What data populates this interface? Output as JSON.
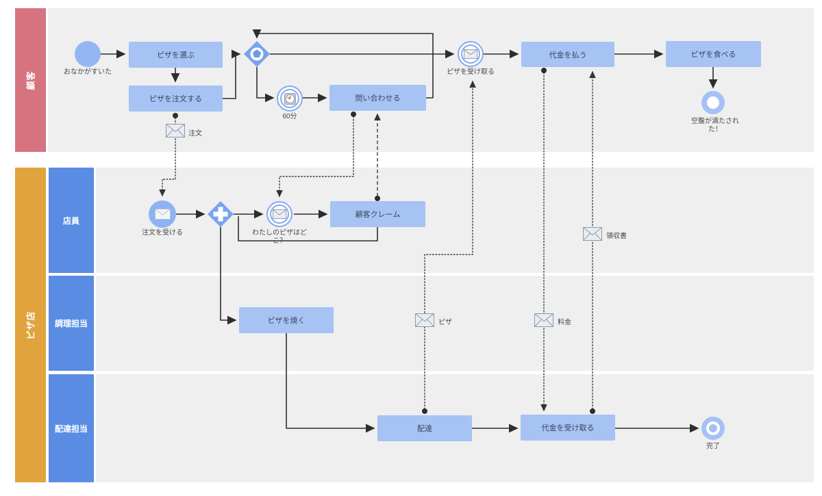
{
  "pools": [
    {
      "label": "顧客",
      "color": "#d5737f"
    },
    {
      "label": "ピザ店",
      "color": "#e0a33e",
      "lanes": [
        {
          "label": "店員"
        },
        {
          "label": "調理担当"
        },
        {
          "label": "配達担当"
        }
      ]
    }
  ],
  "nodes": {
    "start_hungry": {
      "label": "おなかがすいた"
    },
    "choose_pizza": {
      "label": "ピザを選ぶ"
    },
    "order_pizza": {
      "label": "ピザを注文する"
    },
    "timer_60": {
      "label": "60分"
    },
    "inquire": {
      "label": "問い合わせる"
    },
    "receive_pizza": {
      "label": "ピザを受け取る"
    },
    "pay": {
      "label": "代金を払う"
    },
    "eat_pizza": {
      "label": "ピザを食べる"
    },
    "satisfied": {
      "label": "空腹が満たされた！"
    },
    "receive_order": {
      "label": "注文を受ける"
    },
    "where_is_pizza": {
      "label": "わたしのピザはどこ？"
    },
    "complaint": {
      "label": "顧客クレーム"
    },
    "bake_pizza": {
      "label": "ピザを焼く"
    },
    "deliver": {
      "label": "配達"
    },
    "collect_payment": {
      "label": "代金を受け取る"
    },
    "done": {
      "label": "完了"
    }
  },
  "messages": {
    "order": {
      "label": "注文"
    },
    "pizza": {
      "label": "ピザ"
    },
    "fee": {
      "label": "料金"
    },
    "receipt": {
      "label": "領収書"
    }
  },
  "colors": {
    "pool_customer": "#d5737f",
    "pool_shop": "#e0a33e",
    "lane_header": "#5b8ce4",
    "lane_background": "#efeff0",
    "task_fill": "#a6c3f3",
    "event_fill": "#8fb3f2",
    "event_ring": "#84a9ee",
    "end_event_ring": "#a3c1f5",
    "gateway_fill": "#79a3ee",
    "flow_line": "#2d2d2d"
  }
}
